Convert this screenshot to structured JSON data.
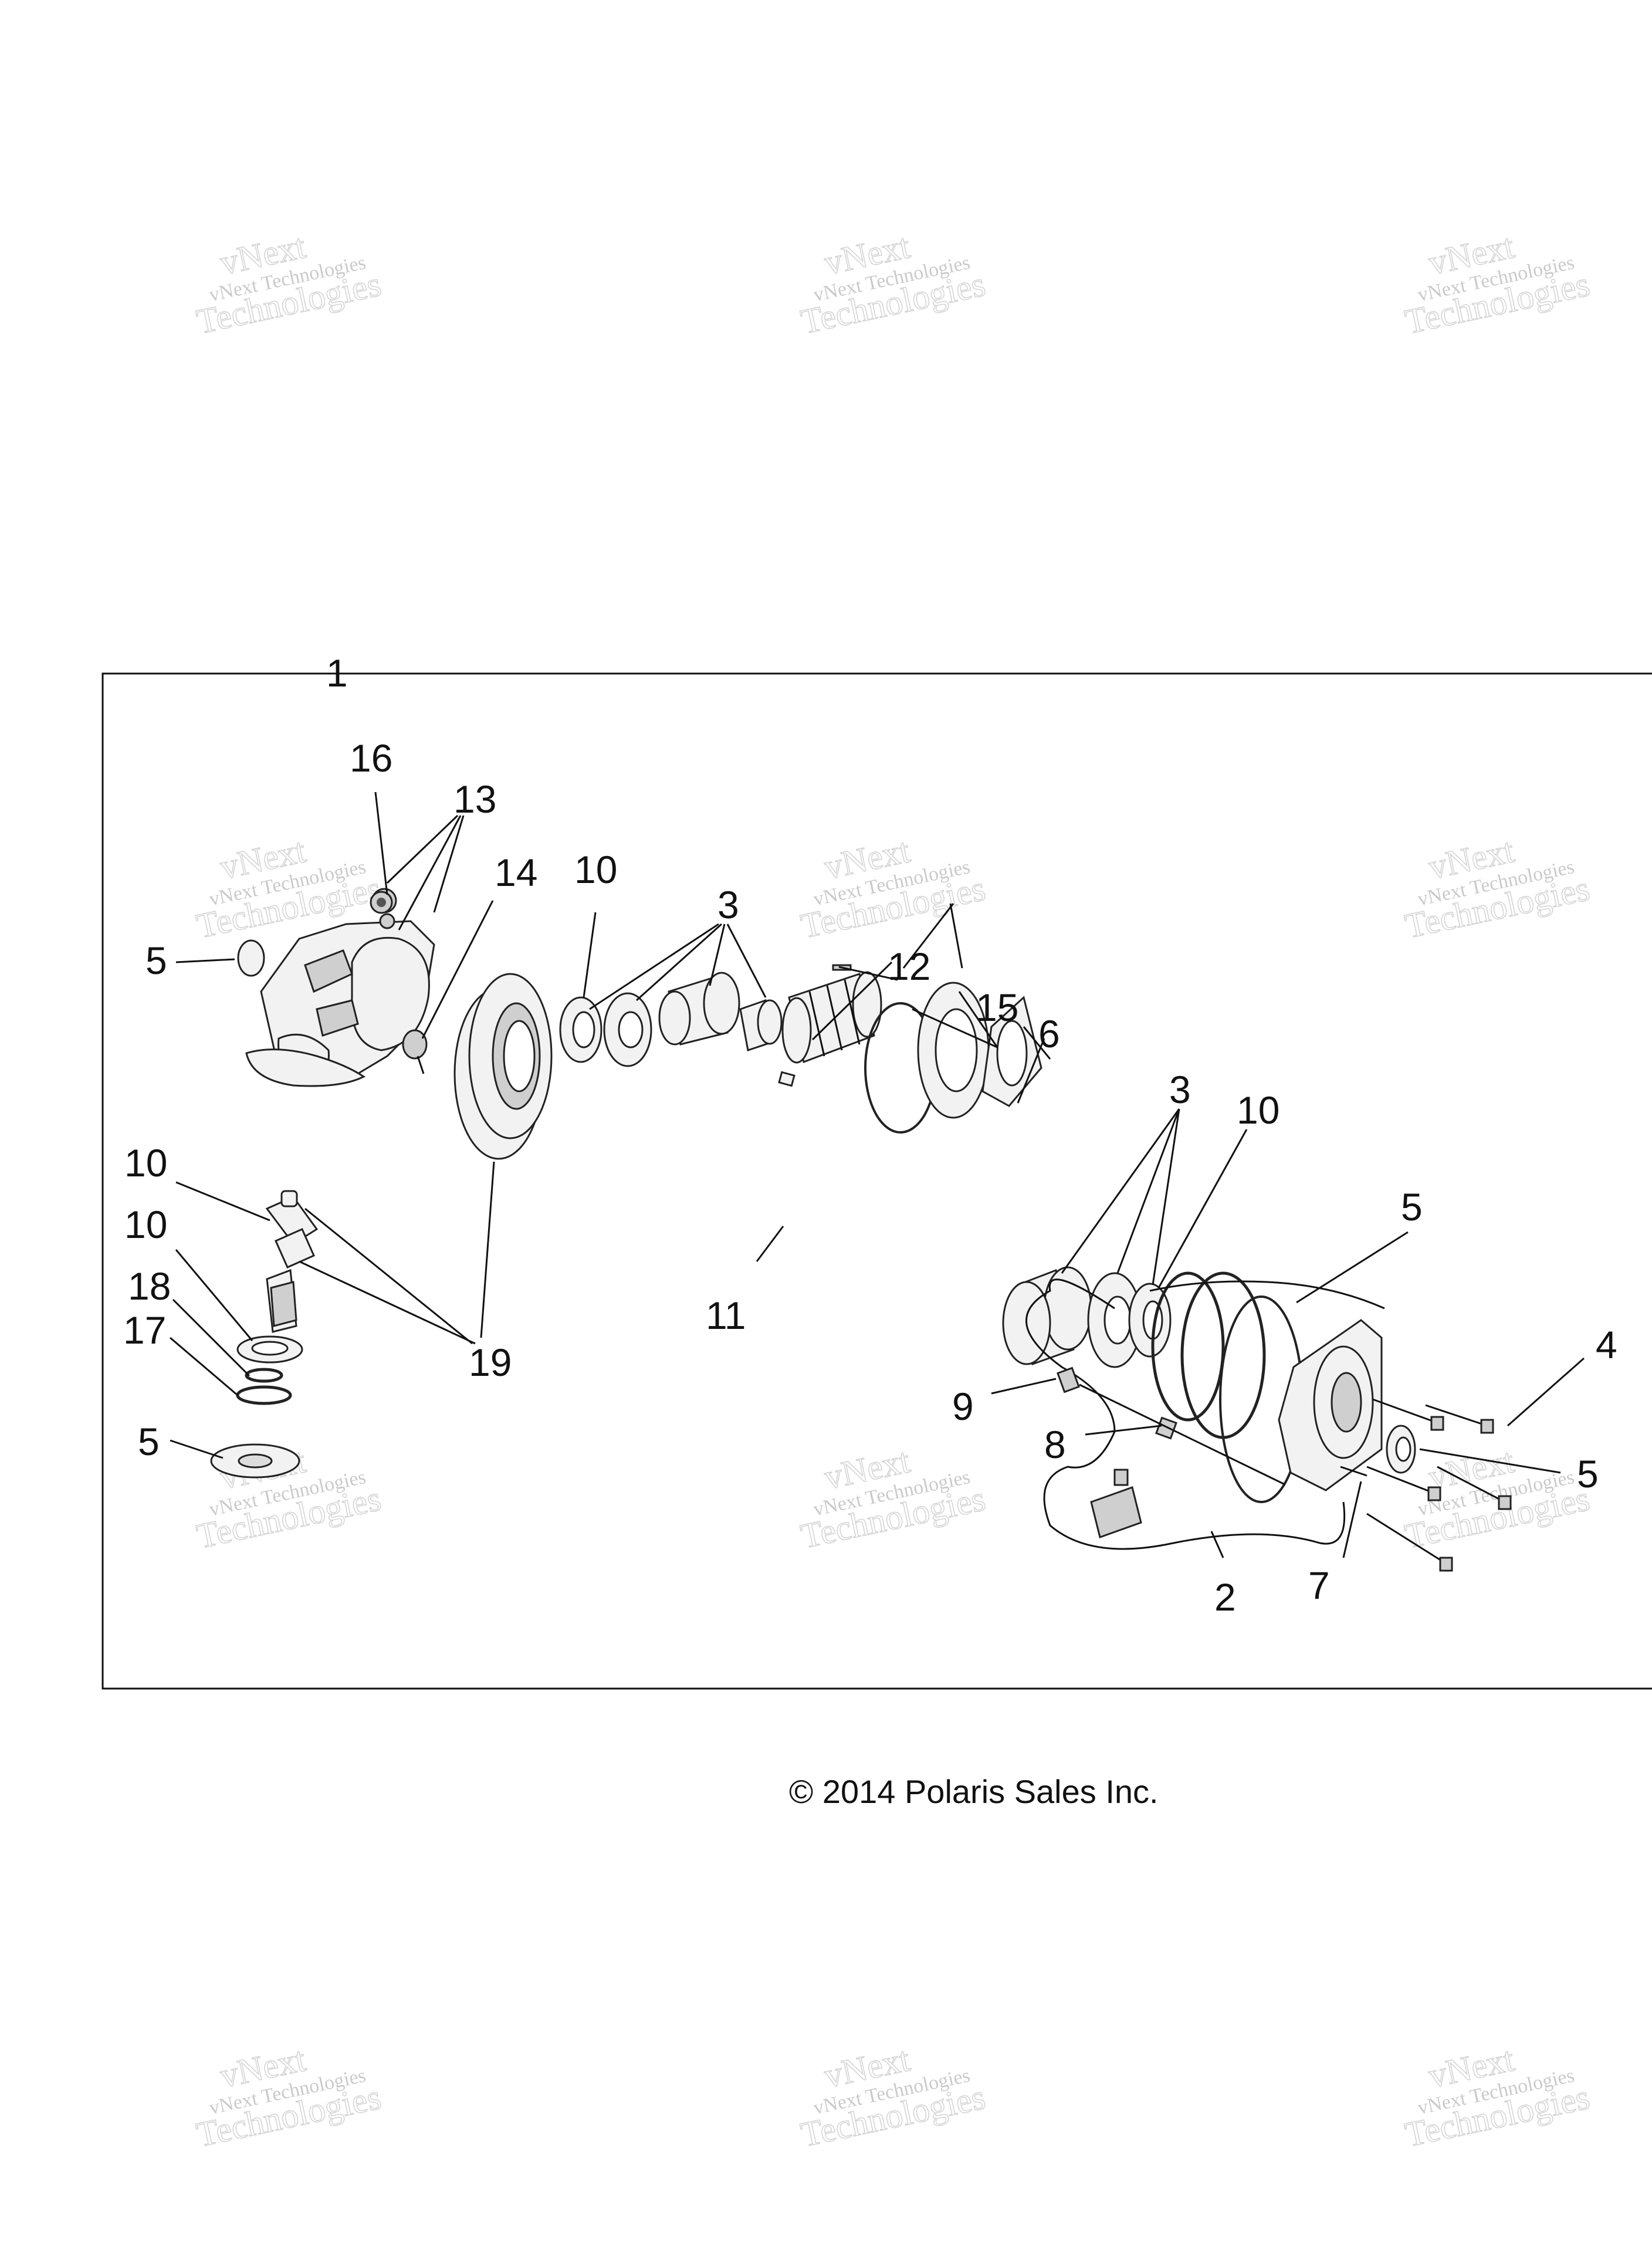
{
  "copyright": "© 2014 Polaris Sales Inc.",
  "watermark": {
    "line1": "vNext",
    "line2": "vNext Technologies",
    "line3": "Technologies"
  },
  "callouts": {
    "c1": "1",
    "c16": "16",
    "c13": "13",
    "c14": "14",
    "c10a": "10",
    "c3a": "3",
    "c12": "12",
    "c15": "15",
    "c6": "6",
    "c3b": "3",
    "c10b": "10",
    "c5a": "5",
    "c5b": "5",
    "c10c": "10",
    "c10d": "10",
    "c18": "18",
    "c17": "17",
    "c19": "19",
    "c11": "11",
    "c9": "9",
    "c8": "8",
    "c4": "4",
    "c5c": "5",
    "c5d": "5",
    "c2": "2",
    "c7": "7"
  }
}
